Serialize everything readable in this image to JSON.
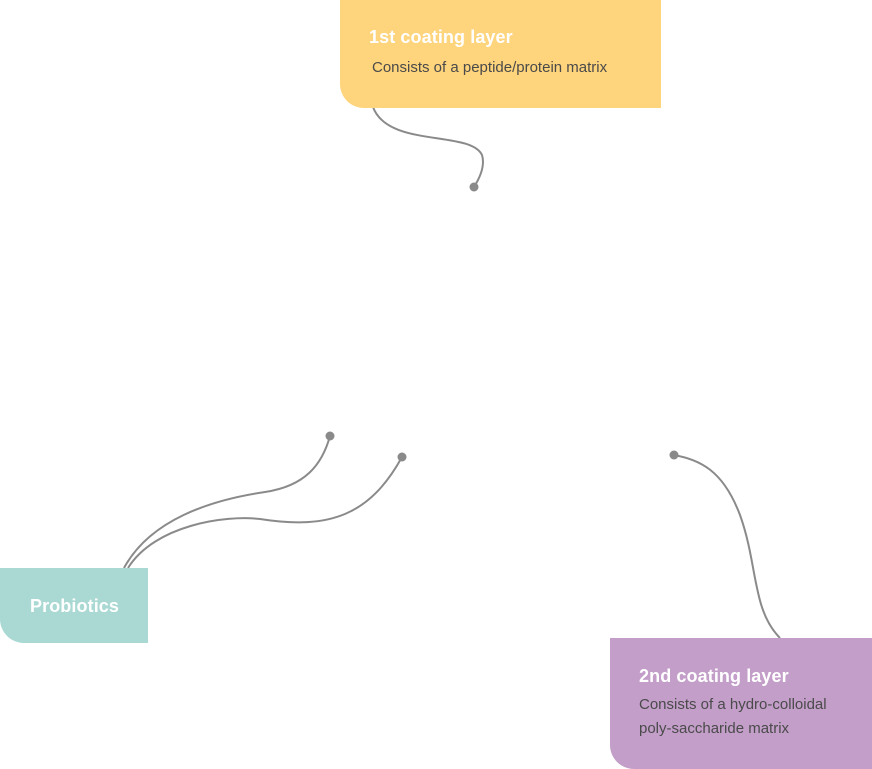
{
  "colors": {
    "layer1": "#fed47c",
    "probiotics": "#aad9d3",
    "layer2": "#c39ec9",
    "connector": "#8a8a8a"
  },
  "callouts": {
    "coating1": {
      "title": "1st coating layer",
      "description": "Consists of a peptide/protein matrix"
    },
    "probiotics": {
      "title": "Probiotics"
    },
    "coating2": {
      "title": "2nd coating layer",
      "description_line1": "Consists of a hydro-colloidal",
      "description_line2": "poly-saccharide matrix"
    }
  }
}
